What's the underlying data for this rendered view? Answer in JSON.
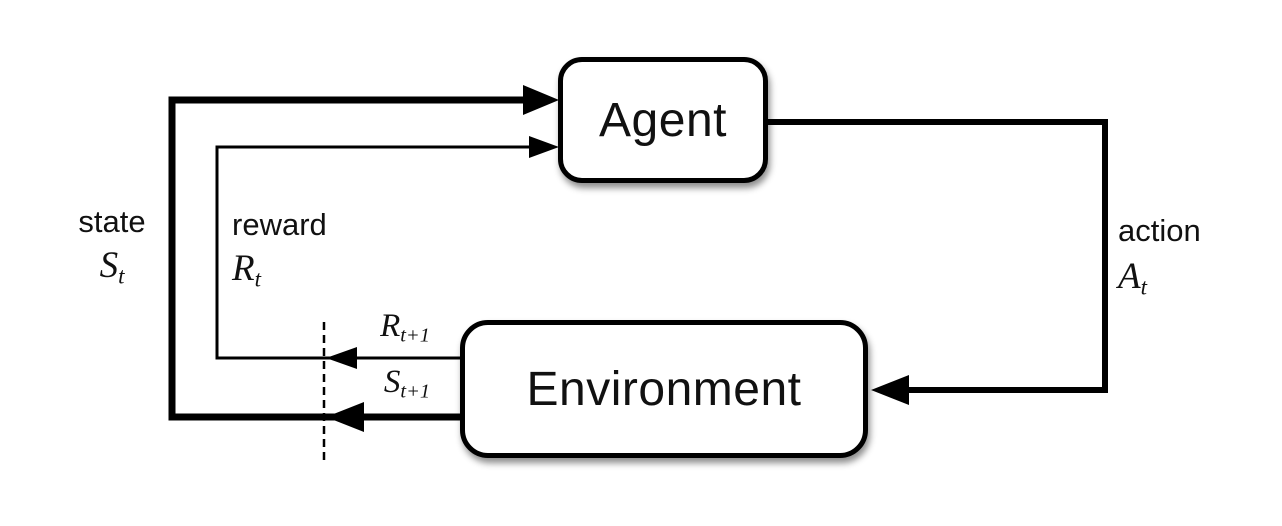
{
  "diagram": {
    "type": "flow-loop",
    "background": "#ffffff",
    "line_color": "#000000",
    "text_color": "#111111",
    "nodes": {
      "agent": {
        "label": "Agent"
      },
      "environment": {
        "label": "Environment"
      }
    },
    "labels": {
      "state": {
        "word": "state",
        "base": "S",
        "sub": "t"
      },
      "reward": {
        "word": "reward",
        "base": "R",
        "sub": "t"
      },
      "action": {
        "word": "action",
        "base": "A",
        "sub": "t"
      },
      "next_reward": {
        "base": "R",
        "sub": "t+1"
      },
      "next_state": {
        "base": "S",
        "sub": "t+1"
      }
    }
  }
}
